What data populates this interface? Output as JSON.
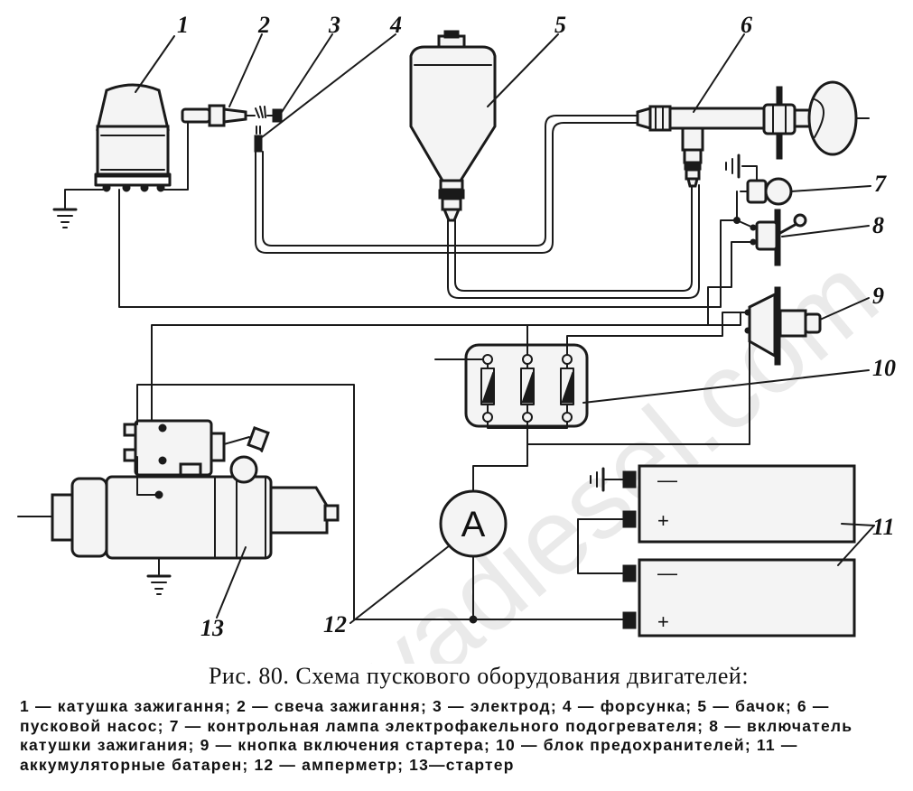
{
  "watermark": "nevadiesel.com",
  "labels": {
    "n1": "1",
    "n2": "2",
    "n3": "3",
    "n4": "4",
    "n5": "5",
    "n6": "6",
    "n7": "7",
    "n8": "8",
    "n9": "9",
    "n10": "10",
    "n11": "11",
    "n12": "12",
    "n13": "13"
  },
  "ammeter_letter": "A",
  "battery_signs": {
    "minus": "—",
    "plus": "+"
  },
  "caption": "Рис. 80. Схема пускового оборудования двигателей:",
  "legend": "1 — катушка зажигання; 2 — свеча зажигання; 3 — электрод; 4 — форсунка; 5 — бачок; 6 — пусковой насос; 7 — контрольная лампа электрофакельного подогревателя; 8 — включатель катушки зажигания; 9 — кнопка включения стартера; 10 — блок предохранителей; 11 — аккумуляторные батарен; 12 — амперметр; 13—стартер"
}
